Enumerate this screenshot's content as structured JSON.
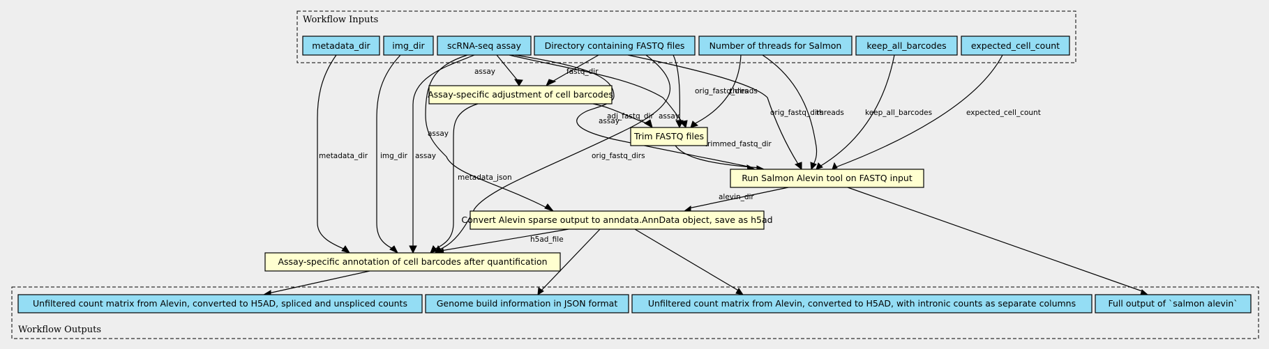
{
  "clusters": {
    "inputs": {
      "label": "Workflow Inputs"
    },
    "outputs": {
      "label": "Workflow Outputs"
    }
  },
  "inputs": [
    {
      "id": "metadata_dir",
      "label": "metadata_dir"
    },
    {
      "id": "img_dir",
      "label": "img_dir"
    },
    {
      "id": "assay",
      "label": "scRNA-seq assay"
    },
    {
      "id": "fastq_dir",
      "label": "Directory containing FASTQ files"
    },
    {
      "id": "threads",
      "label": "Number of threads for Salmon"
    },
    {
      "id": "keep_all_barcodes",
      "label": "keep_all_barcodes"
    },
    {
      "id": "expected_cell_count",
      "label": "expected_cell_count"
    }
  ],
  "steps": [
    {
      "id": "adjust_barcodes",
      "label": "Assay-specific adjustment of cell barcodes"
    },
    {
      "id": "trim",
      "label": "Trim FASTQ files"
    },
    {
      "id": "salmon",
      "label": "Run Salmon Alevin tool on FASTQ input"
    },
    {
      "id": "convert",
      "label": "Convert Alevin sparse output to anndata.AnnData object, save as h5ad"
    },
    {
      "id": "annotate",
      "label": "Assay-specific annotation of cell barcodes after quantification"
    }
  ],
  "outputs": [
    {
      "id": "out_spliced",
      "label": "Unfiltered count matrix from Alevin, converted to H5AD, spliced and unspliced counts"
    },
    {
      "id": "out_genome",
      "label": "Genome build information in JSON format"
    },
    {
      "id": "out_intronic",
      "label": "Unfiltered count matrix from Alevin, converted to H5AD, with intronic counts as separate columns"
    },
    {
      "id": "out_salmon",
      "label": "Full output of `salmon alevin`"
    }
  ],
  "edges": [
    {
      "from": "assay",
      "to": "adjust_barcodes",
      "label": "assay"
    },
    {
      "from": "fastq_dir",
      "to": "adjust_barcodes",
      "label": "fastq_dir"
    },
    {
      "from": "assay",
      "to": "trim",
      "label": "assay"
    },
    {
      "from": "adjust_barcodes",
      "to": "trim",
      "label": "adj_fastq_dir"
    },
    {
      "from": "fastq_dir",
      "to": "trim",
      "label": "orig_fastq_dirs"
    },
    {
      "from": "threads",
      "to": "trim",
      "label": "threads"
    },
    {
      "from": "assay",
      "to": "salmon",
      "label": "assay"
    },
    {
      "from": "trim",
      "to": "salmon",
      "label": "trimmed_fastq_dir"
    },
    {
      "from": "fastq_dir",
      "to": "salmon",
      "label": "orig_fastq_dirs"
    },
    {
      "from": "threads",
      "to": "salmon",
      "label": "threads"
    },
    {
      "from": "keep_all_barcodes",
      "to": "salmon",
      "label": "keep_all_barcodes"
    },
    {
      "from": "expected_cell_count",
      "to": "salmon",
      "label": "expected_cell_count"
    },
    {
      "from": "assay",
      "to": "convert",
      "label": "assay"
    },
    {
      "from": "salmon",
      "to": "convert",
      "label": "alevin_dir"
    },
    {
      "from": "metadata_dir",
      "to": "annotate",
      "label": "metadata_dir"
    },
    {
      "from": "img_dir",
      "to": "annotate",
      "label": "img_dir"
    },
    {
      "from": "assay",
      "to": "annotate",
      "label": "assay"
    },
    {
      "from": "adjust_barcodes",
      "to": "annotate",
      "label": "metadata_json"
    },
    {
      "from": "fastq_dir",
      "to": "annotate",
      "label": "orig_fastq_dirs"
    },
    {
      "from": "convert",
      "to": "annotate",
      "label": "h5ad_file"
    },
    {
      "from": "annotate",
      "to": "out_spliced",
      "label": ""
    },
    {
      "from": "convert",
      "to": "out_genome",
      "label": ""
    },
    {
      "from": "convert",
      "to": "out_intronic",
      "label": ""
    },
    {
      "from": "salmon",
      "to": "out_salmon",
      "label": ""
    }
  ]
}
